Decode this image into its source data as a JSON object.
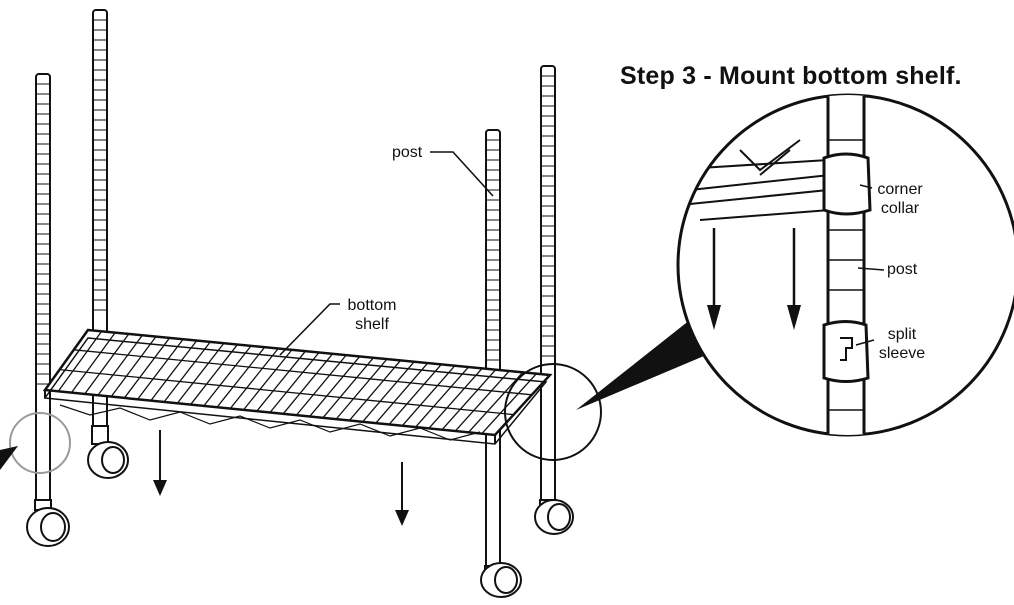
{
  "title": "Step 3 - Mount bottom shelf.",
  "labels": {
    "post_main": "post",
    "bottom_shelf_line1": "bottom",
    "bottom_shelf_line2": "shelf",
    "corner_collar_line1": "corner",
    "corner_collar_line2": "collar",
    "post_detail": "post",
    "split_sleeve_line1": "split",
    "split_sleeve_line2": "sleeve"
  },
  "icons": {
    "down_arrow": "down-arrow-icon",
    "caster": "caster-wheel-icon"
  },
  "colors": {
    "ink": "#111111",
    "highlight_circle": "#9a9a9a",
    "background": "#ffffff"
  }
}
